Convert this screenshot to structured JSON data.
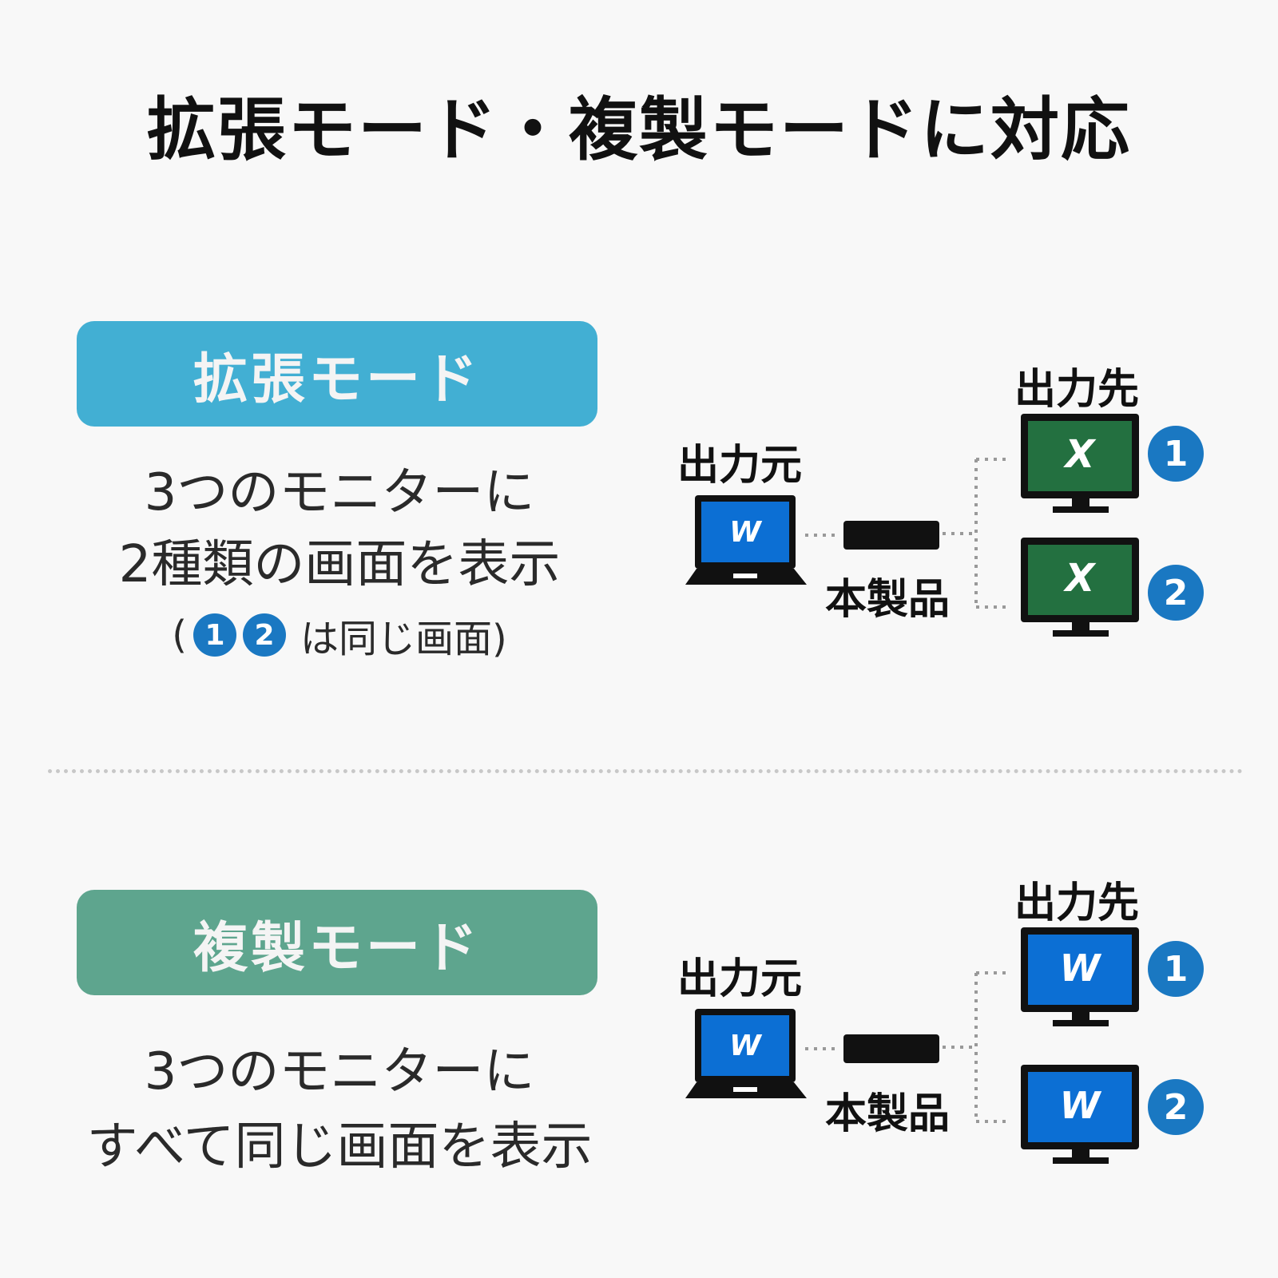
{
  "title": "拡張モード・複製モードに対応",
  "extended": {
    "badge": "拡張モード",
    "badge_color": "#42afd3",
    "line1": "3つのモニターに",
    "line2": "2種類の画面を表示",
    "note_open": "(",
    "note_num1": "1",
    "note_num2": "2",
    "note_text": "は同じ画面)",
    "source_label": "出力元",
    "device_label": "本製品",
    "dest_label": "出力先",
    "laptop_icon": "W",
    "monitor1_icon": "X",
    "monitor2_icon": "X",
    "monitor1_num": "1",
    "monitor2_num": "2",
    "monitor_color": "#237040"
  },
  "duplicate": {
    "badge": "複製モード",
    "badge_color": "#5ea58e",
    "line1": "3つのモニターに",
    "line2": "すべて同じ画面を表示",
    "source_label": "出力元",
    "device_label": "本製品",
    "dest_label": "出力先",
    "laptop_icon": "W",
    "monitor1_icon": "W",
    "monitor2_icon": "W",
    "monitor1_num": "1",
    "monitor2_num": "2",
    "monitor_color": "#0c6fd4"
  }
}
